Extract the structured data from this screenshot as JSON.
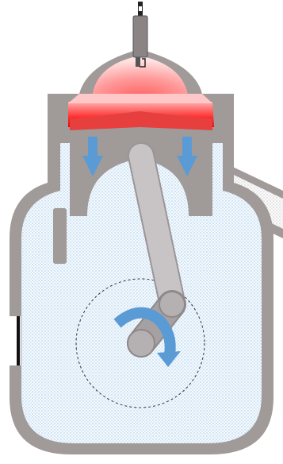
{
  "diagram": {
    "kind": "two-stroke engine cross-section",
    "labels": [],
    "elements": {
      "spark_plug": "spark-plug",
      "combustion_chamber": "combustion-chamber",
      "piston": "piston",
      "connecting_rod": "connecting-rod",
      "crankshaft": "crankshaft",
      "crankcase": "crankcase",
      "transfer_port": "transfer-port",
      "exhaust_port": "exhaust-port",
      "intake_port": "intake-port"
    },
    "colors": {
      "wall": "#a09a99",
      "combustion_hot": "#ff2a2a",
      "mixture_dots": "#9fc6e8",
      "arrow_blue": "#5b9bd5",
      "rod": "#c8c4c5",
      "rod_edge": "#9a9596",
      "intake_dark": "#111111"
    },
    "motion": {
      "piston_direction": "down",
      "crank_rotation": "clockwise"
    }
  }
}
